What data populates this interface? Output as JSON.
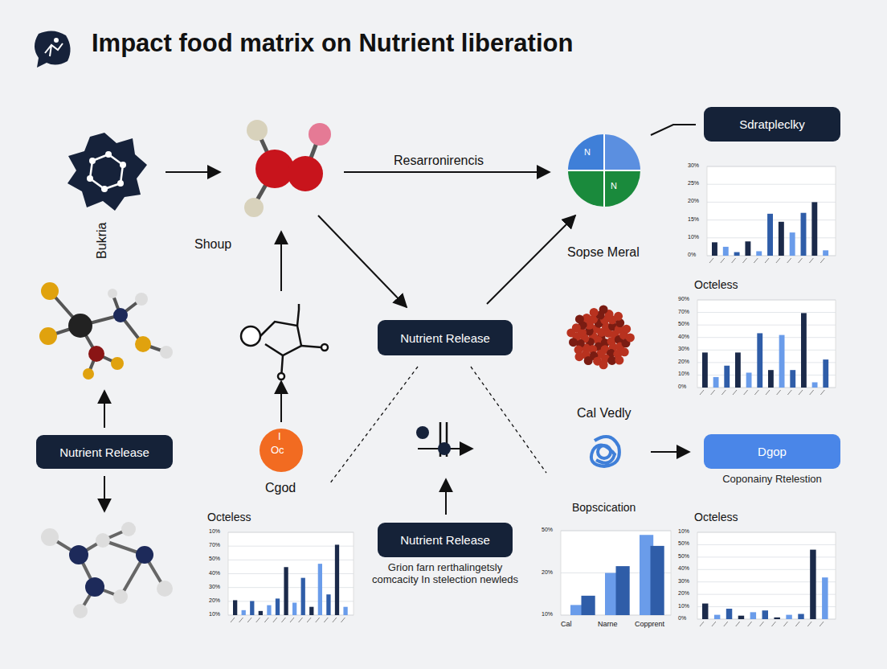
{
  "diagram": {
    "title": "Impact food matrix on Nutrient liberation",
    "nodes": [
      {
        "text": [
          "Sdratpleclky"
        ]
      },
      {
        "text": [
          "Nutrient Release"
        ]
      },
      {
        "text": [
          "Nutrient Release"
        ]
      },
      {
        "text": [
          "Nutrient Release",
          "Grion farn rerthalingetsly comcacity In stelection newleds"
        ]
      },
      {
        "text": [
          "Dgop",
          "Coponainy Rtelestion"
        ]
      }
    ],
    "labels": [
      "Resarronirencis",
      "Bukria",
      "Shoup",
      "Cgod",
      "Sopse Meral",
      "Octeless",
      "Cal Vedly",
      "Bopscication",
      "Octeless",
      "Octeless",
      "N",
      "N",
      "I",
      "Oc",
      "30%",
      "25%",
      "20%",
      "15%",
      "10%",
      "0%",
      "90%",
      "70%",
      "50%",
      "40%",
      "30%",
      "20%",
      "10%",
      "0%",
      "10%",
      "70%",
      "50%",
      "40%",
      "30%",
      "20%",
      "10%",
      "50%",
      "20%",
      "10%",
      "Cal",
      "Narne",
      "Copprent",
      "10%",
      "50%",
      "50%",
      "40%",
      "30%",
      "20%",
      "10%",
      "0%"
    ]
  }
}
